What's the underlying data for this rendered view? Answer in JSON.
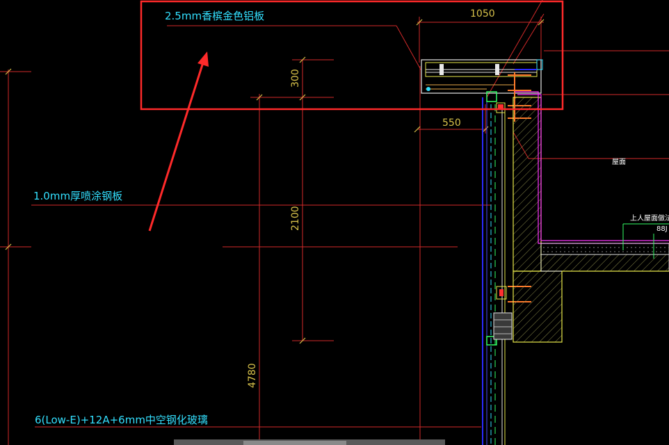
{
  "labels": {
    "aluminum_panel": "2.5mm香槟金色铝板",
    "steel_panel": "1.0mm厚喷涂钢板",
    "glass": "6(Low-E)+12A+6mm中空钢化玻璃",
    "roof": "屋面",
    "roof_detail": "上人屋面做法详",
    "roof_detail_code": "88J"
  },
  "dimensions": {
    "top_width": "1050",
    "panel_height": "300",
    "offset_width": "550",
    "middle_height": "2100",
    "total_height": "4780"
  },
  "colors": {
    "background": "#000000",
    "highlight": "#ff2a2a",
    "label": "#33e0ff",
    "dimension": "#d8c24a",
    "structure": "#e8e84a",
    "leader": "#ff3030",
    "glass": "#2a2aff",
    "membrane": "#ff33ff",
    "bracket": "#ff7a2a"
  }
}
